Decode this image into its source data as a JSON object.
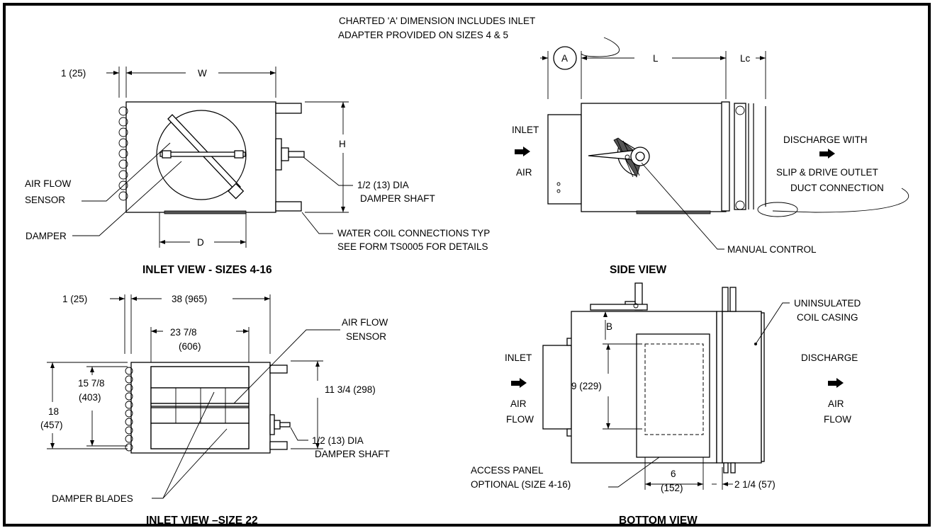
{
  "inlet_view_4_16": {
    "title": "INLET VIEW - SIZES 4-16",
    "dim_offset": "1 (25)",
    "dim_w": "W",
    "dim_h": "H",
    "dim_d": "D",
    "air_flow_sensor_1": "AIR FLOW",
    "air_flow_sensor_2": "SENSOR",
    "damper": "DAMPER",
    "shaft_1": "1/2 (13) DIA",
    "shaft_2": "DAMPER SHAFT",
    "coil_note_1": "WATER COIL CONNECTIONS TYP",
    "coil_note_2": "SEE FORM TS0005 FOR DETAILS"
  },
  "side_view": {
    "title": "SIDE VIEW",
    "note_1": "CHARTED 'A' DIMENSION INCLUDES INLET",
    "note_2": "ADAPTER PROVIDED ON SIZES 4 & 5",
    "dim_a": "A",
    "dim_l": "L",
    "dim_lc": "Lc",
    "inlet_1": "INLET",
    "inlet_2": "AIR",
    "discharge_1": "DISCHARGE WITH",
    "discharge_2": "SLIP & DRIVE OUTLET",
    "discharge_3": "DUCT CONNECTION",
    "manual_control": "MANUAL CONTROL"
  },
  "inlet_view_22": {
    "title": "INLET VIEW –SIZE 22",
    "dim_offset": "1 (25)",
    "dim_width": "38 (965)",
    "dim_inner_1": "23 7/8",
    "dim_inner_2": "(606)",
    "dim_h_inner_1": "15 7/8",
    "dim_h_inner_2": "(403)",
    "dim_h_outer_1": "18",
    "dim_h_outer_2": "(457)",
    "dim_right": "11 3/4 (298)",
    "air_flow_sensor_1": "AIR FLOW",
    "air_flow_sensor_2": "SENSOR",
    "shaft_1": "1/2 (13) DIA",
    "shaft_2": "DAMPER SHAFT",
    "blades": "DAMPER BLADES"
  },
  "bottom_view": {
    "title": "BOTTOM VIEW",
    "dim_b": "B",
    "dim_9": "9 (229)",
    "dim_6_1": "6",
    "dim_6_2": "(152)",
    "dim_2": "2 1/4 (57)",
    "inlet_1": "INLET",
    "inlet_2": "AIR",
    "inlet_3": "FLOW",
    "discharge_1": "DISCHARGE",
    "discharge_2": "AIR",
    "discharge_3": "FLOW",
    "casing_1": "UNINSULATED",
    "casing_2": "COIL CASING",
    "access_1": "ACCESS PANEL",
    "access_2": "OPTIONAL (SIZE 4-16)"
  }
}
